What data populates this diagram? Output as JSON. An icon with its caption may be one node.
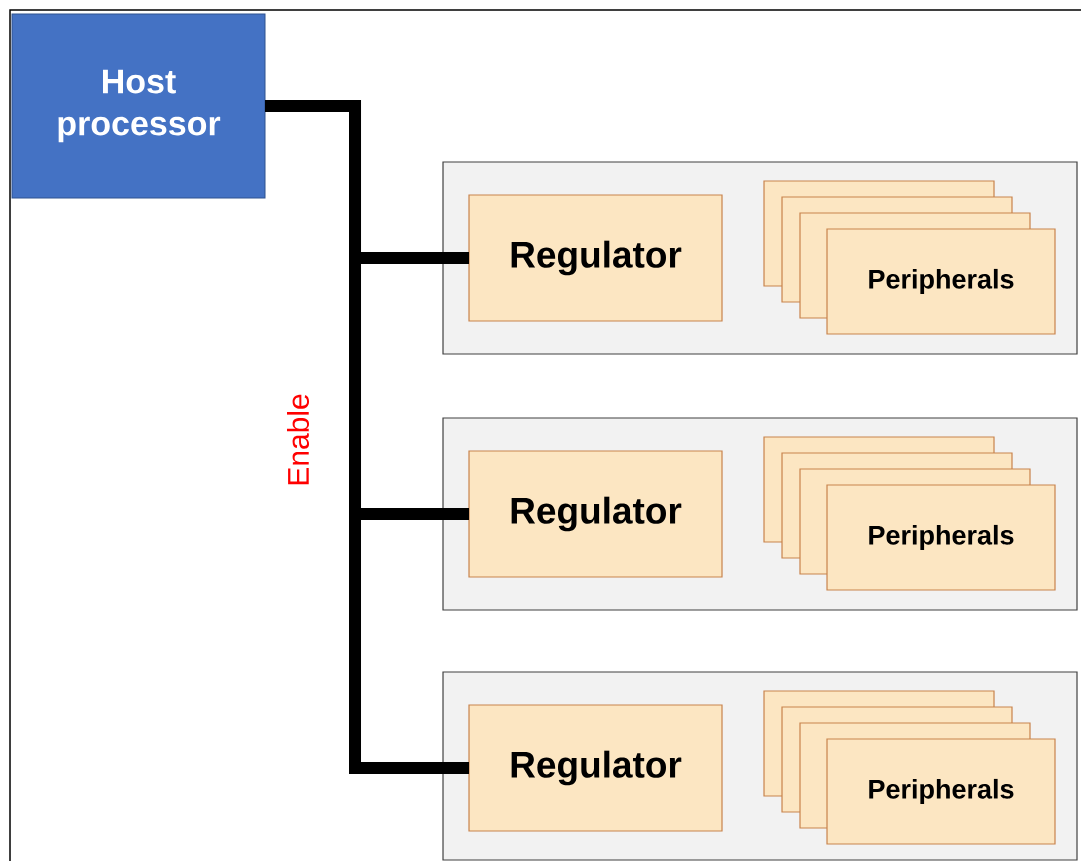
{
  "diagram": {
    "nodes": [
      {
        "text": [
          "Host processor"
        ]
      },
      {
        "text": [],
        "shape": "box"
      },
      {
        "text": [
          "Regulator"
        ],
        "in": 1
      },
      {
        "text": [],
        "shape": "box",
        "in": 1
      },
      {
        "text": [],
        "shape": "box",
        "in": 1
      },
      {
        "text": [],
        "shape": "box",
        "in": 1
      },
      {
        "text": [
          "Peripherals"
        ],
        "in": 1
      },
      {
        "text": [],
        "shape": "box"
      },
      {
        "text": [
          "Regulator"
        ],
        "in": 7
      },
      {
        "text": [],
        "shape": "box",
        "in": 7
      },
      {
        "text": [],
        "shape": "box",
        "in": 7
      },
      {
        "text": [],
        "shape": "box",
        "in": 7
      },
      {
        "text": [
          "Peripherals"
        ],
        "in": 7
      },
      {
        "text": [],
        "shape": "box"
      },
      {
        "text": [
          "Regulator"
        ],
        "in": 13
      },
      {
        "text": [],
        "shape": "box",
        "in": 13
      },
      {
        "text": [],
        "shape": "box",
        "in": 13
      },
      {
        "text": [],
        "shape": "box",
        "in": 13
      },
      {
        "text": [
          "Peripherals"
        ],
        "in": 13
      }
    ],
    "edges": [
      {
        "from": 0,
        "to": 2,
        "arrow": "none"
      },
      {
        "from": 0,
        "to": 8,
        "arrow": "none"
      },
      {
        "from": 0,
        "to": 14,
        "arrow": "none"
      }
    ],
    "labels": [
      "Enable"
    ]
  }
}
